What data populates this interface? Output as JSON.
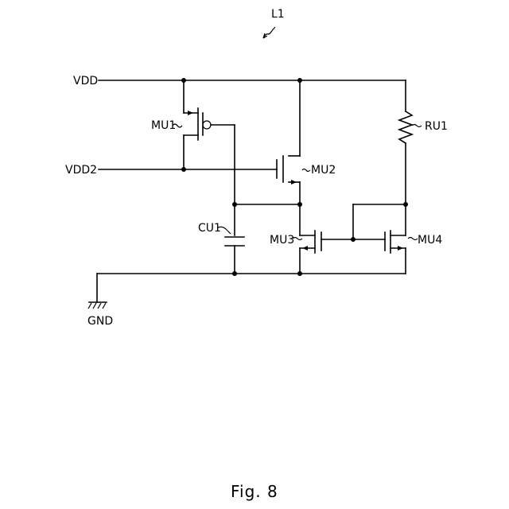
{
  "figure": {
    "ref_label": "L1",
    "caption": "Fig. 8"
  },
  "nets": {
    "vdd": "VDD",
    "vdd2": "VDD2",
    "gnd": "GND"
  },
  "components": {
    "mu1": "MU1",
    "mu2": "MU2",
    "mu3": "MU3",
    "mu4": "MU4",
    "cu1": "CU1",
    "ru1": "RU1"
  }
}
